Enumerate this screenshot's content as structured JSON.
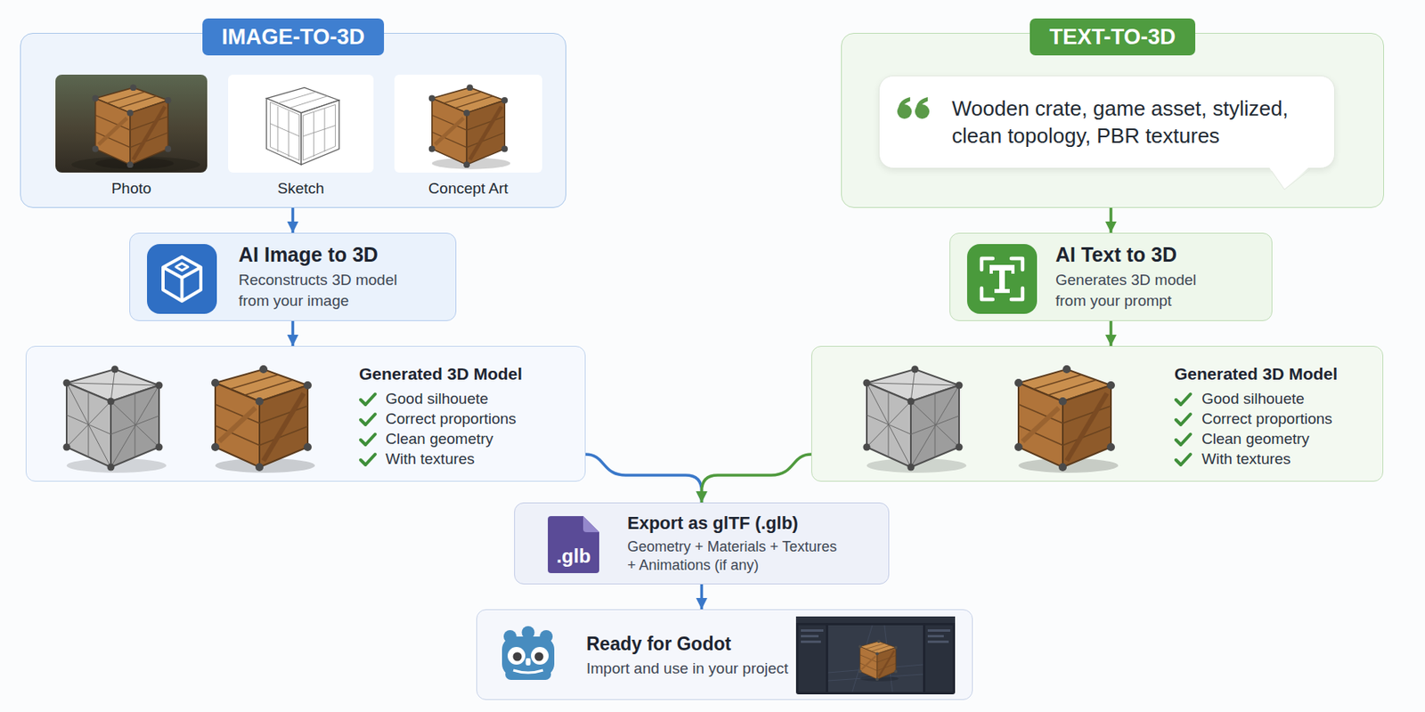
{
  "diagram": {
    "nodes": [
      {
        "text": [
          "IMAGE-TO-3D"
        ]
      },
      {
        "text": [
          "TEXT-TO-3D"
        ]
      },
      {
        "text": [
          "Wooden crate, game asset, stylized, clean topology, PBR textures"
        ],
        "in": 1
      },
      {
        "text": [
          "AI Image to 3D",
          "Reconstructs 3D model from your image"
        ]
      },
      {
        "text": [
          "AI Text to 3D",
          "Generates 3D model from your prompt"
        ]
      },
      {
        "text": [
          "Generated 3D Model",
          "Good silhouete",
          "Correct proportions",
          "Clean geometry",
          "With textures"
        ]
      },
      {
        "text": [
          "Generated 3D Model",
          "Good silhouete",
          "Correct proportions",
          "Clean geometry",
          "With textures"
        ]
      },
      {
        "text": [
          "Export as glTF (.glb)",
          "Geometry + Materials + Textures + Animations (if any)"
        ]
      },
      {
        "text": [
          "Ready for Godot",
          "Import and use in your project"
        ]
      }
    ],
    "edges": [
      {
        "from": 0,
        "to": 3,
        "arrow": "to"
      },
      {
        "from": 3,
        "to": 5,
        "arrow": "to"
      },
      {
        "from": 1,
        "to": 4,
        "arrow": "to"
      },
      {
        "from": 4,
        "to": 6,
        "arrow": "to"
      },
      {
        "from": 5,
        "to": 7,
        "arrow": "to"
      },
      {
        "from": 6,
        "to": 7,
        "arrow": "to"
      },
      {
        "from": 7,
        "to": 8,
        "arrow": "to"
      }
    ],
    "labels": [
      "Photo",
      "Sketch",
      "Concept Art",
      ".glb"
    ]
  }
}
